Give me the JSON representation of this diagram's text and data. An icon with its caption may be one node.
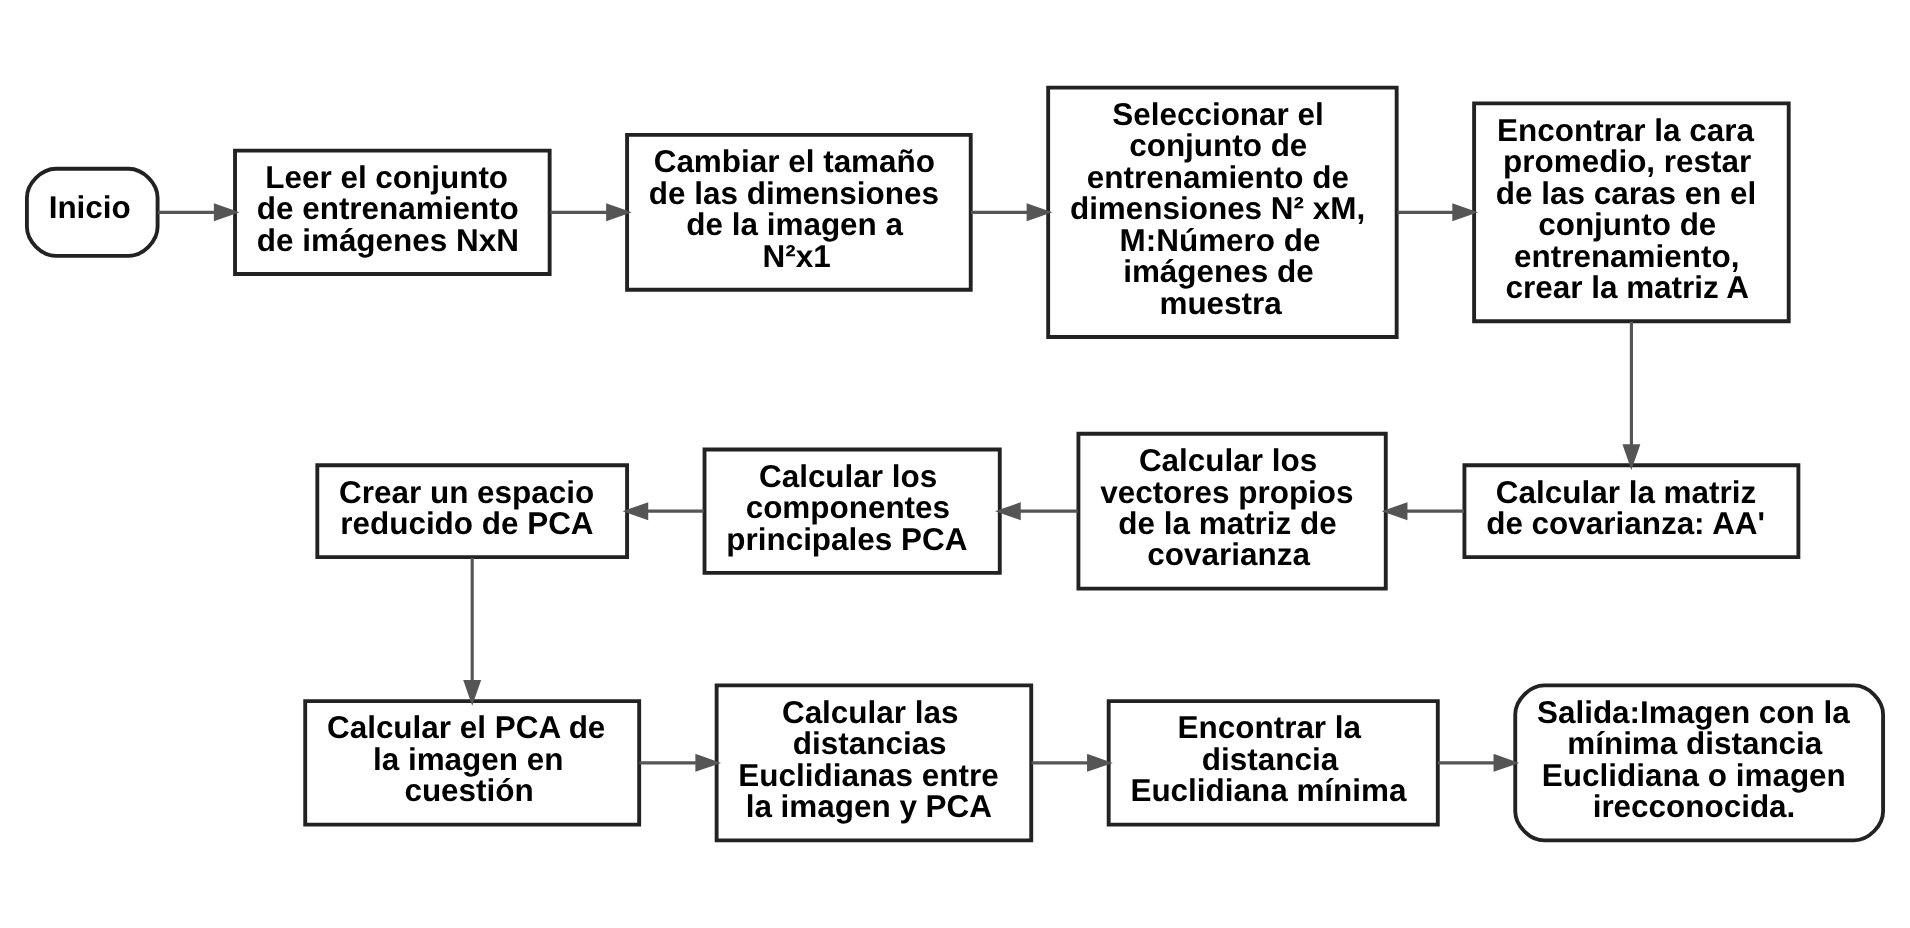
{
  "diagram": {
    "nodes": [
      {
        "text": [
          "Inicio"
        ]
      },
      {
        "text": [
          "Leer el conjunto de entrenamiento de imágenes NxN"
        ]
      },
      {
        "text": [
          "Cambiar el tamaño de las dimensiones de la imagen a N²x1"
        ]
      },
      {
        "text": [
          "Seleccionar el conjunto de entrenamiento de dimensiones N² xM, M:Número de imágenes de muestra"
        ]
      },
      {
        "text": [
          "Encontrar la cara promedio, restar de las caras en el conjunto de entrenamiento, crear la matriz A"
        ]
      },
      {
        "text": [
          "Calcular la matriz de covarianza: AA'"
        ]
      },
      {
        "text": [
          "Calcular los vectores propios de la matriz de covarianza"
        ]
      },
      {
        "text": [
          "Calcular los componentes principales PCA"
        ]
      },
      {
        "text": [
          "Crear un espacio reducido de PCA"
        ]
      },
      {
        "text": [
          "Calcular el PCA de la imagen en cuestión"
        ]
      },
      {
        "text": [
          "Calcular las distancias Euclidianas entre la imagen y PCA"
        ]
      },
      {
        "text": [
          "Encontrar la distancia Euclidiana mínima"
        ]
      },
      {
        "text": [
          "Salida:Imagen con la mínima distancia Euclidiana o imagen irecconocida."
        ]
      }
    ],
    "edges": [
      {
        "from": 0,
        "to": 1,
        "arrow": "to"
      },
      {
        "from": 1,
        "to": 2,
        "arrow": "to"
      },
      {
        "from": 2,
        "to": 3,
        "arrow": "to"
      },
      {
        "from": 3,
        "to": 4,
        "arrow": "to"
      },
      {
        "from": 4,
        "to": 5,
        "arrow": "to"
      },
      {
        "from": 5,
        "to": 6,
        "arrow": "to"
      },
      {
        "from": 6,
        "to": 7,
        "arrow": "to"
      },
      {
        "from": 7,
        "to": 8,
        "arrow": "to"
      },
      {
        "from": 8,
        "to": 9,
        "arrow": "to"
      },
      {
        "from": 9,
        "to": 10,
        "arrow": "to"
      },
      {
        "from": 10,
        "to": 11,
        "arrow": "to"
      },
      {
        "from": 11,
        "to": 12,
        "arrow": "to"
      }
    ]
  }
}
